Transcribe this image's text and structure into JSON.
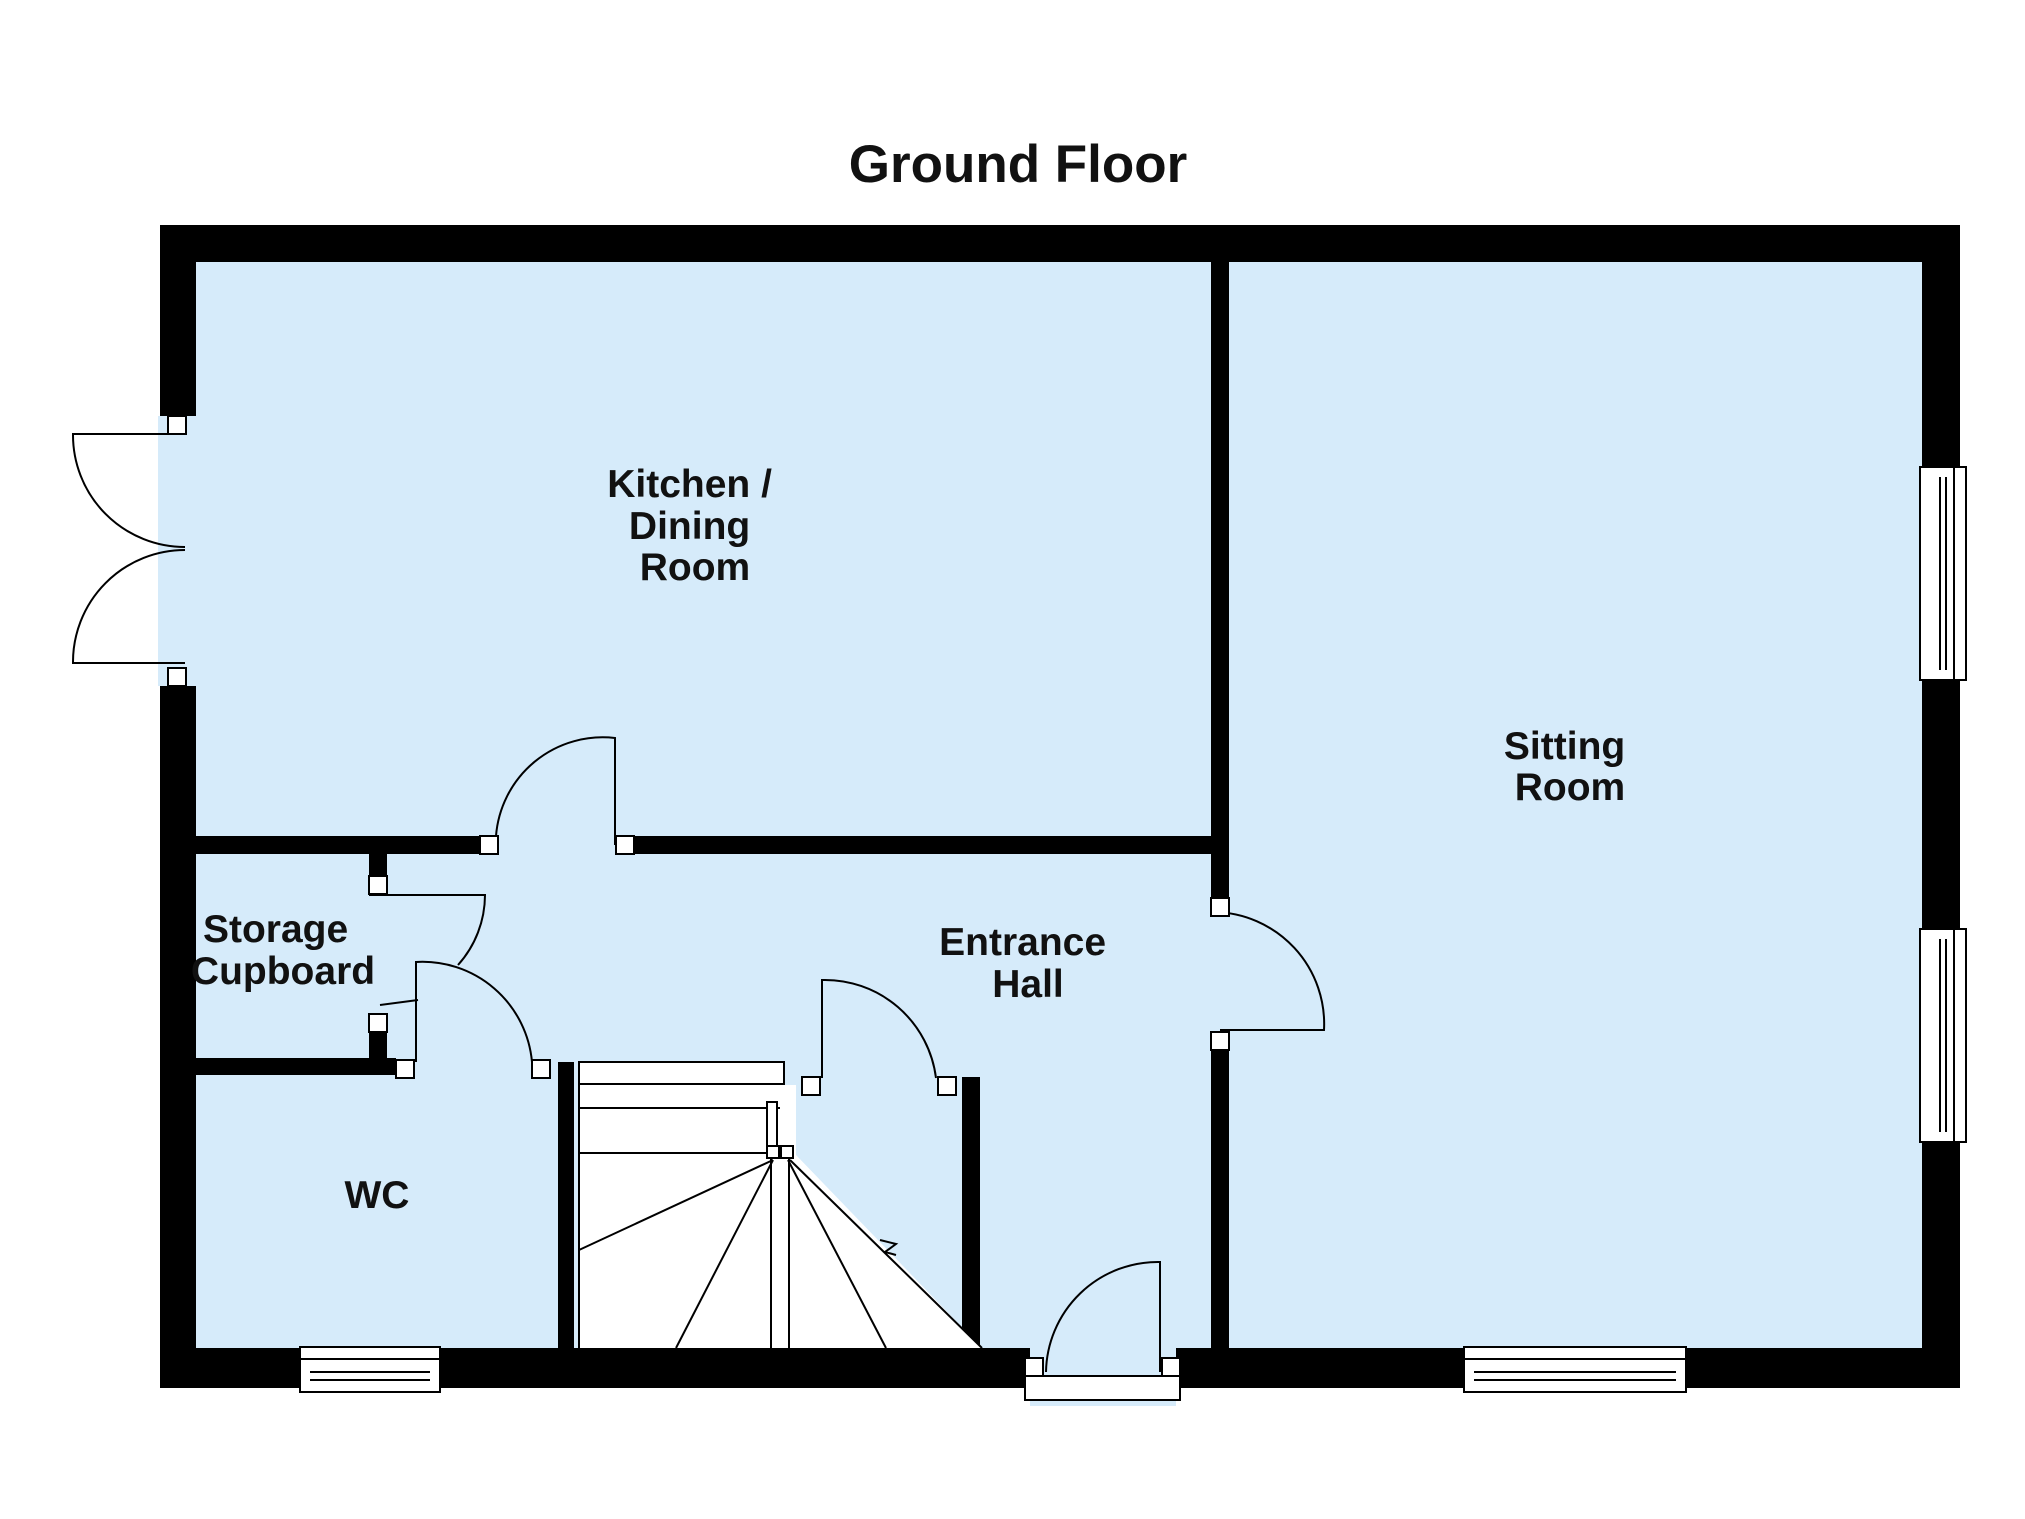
{
  "title": "Ground Floor",
  "rooms": {
    "kitchen": [
      "Kitchen /",
      "Dining",
      "Room"
    ],
    "sitting": [
      "Sitting",
      "Room"
    ],
    "entrance": [
      "Entrance",
      "Hall"
    ],
    "storage": [
      "Storage",
      "Cupboard"
    ],
    "wc": [
      "WC"
    ]
  },
  "colors": {
    "floor": "#d6ebfa",
    "wall": "#000000",
    "background": "#ffffff",
    "fixture": "#ffffff",
    "line": "#000000"
  }
}
